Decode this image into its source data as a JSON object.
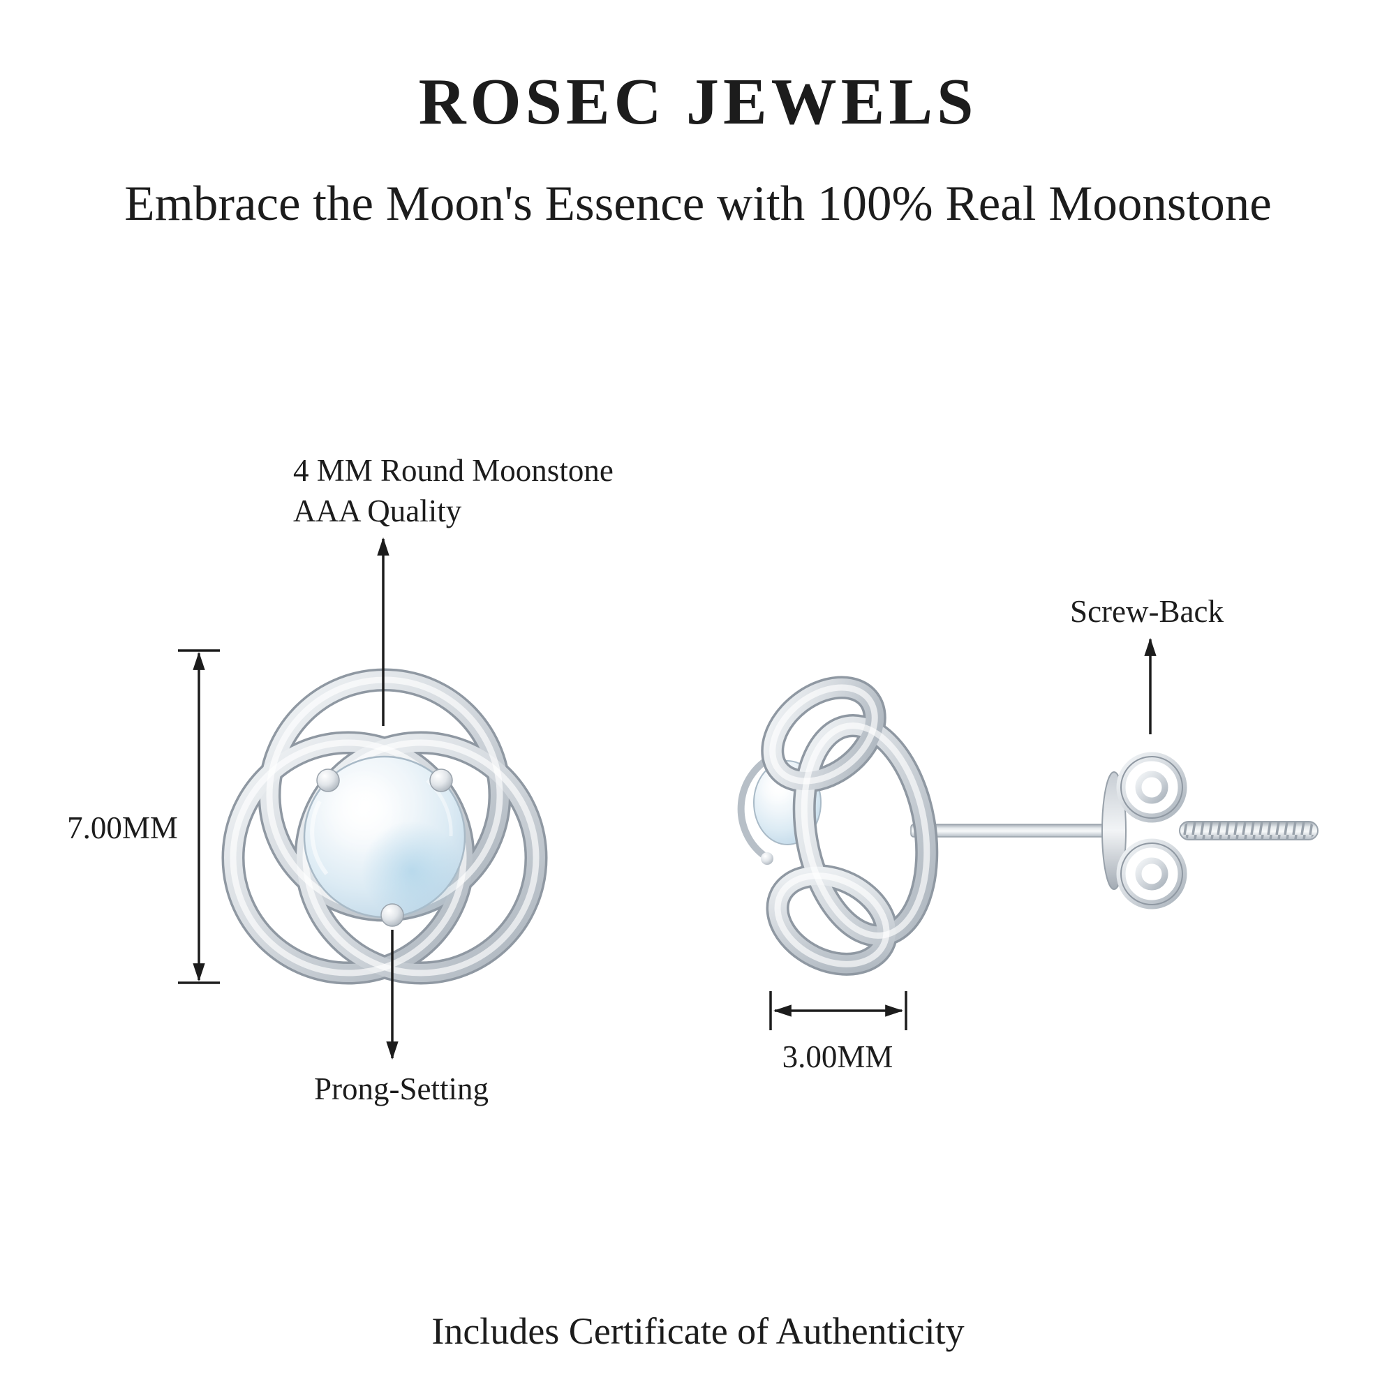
{
  "header": {
    "brand": "ROSEC JEWELS",
    "tagline": "Embrace the Moon's Essence with 100% Real Moonstone"
  },
  "front_view": {
    "stone_note_line1": "4 MM Round Moonstone",
    "stone_note_line2": "AAA Quality",
    "height_label": "7.00MM",
    "prong_label": "Prong-Setting"
  },
  "side_view": {
    "screwback_label": "Screw-Back",
    "width_label": "3.00MM"
  },
  "footer": {
    "certificate_note": "Includes Certificate of Authenticity"
  },
  "colors": {
    "background": "#ffffff",
    "text": "#1c1c1c",
    "metal_light": "#f2f5f7",
    "metal_mid": "#c9cfd6",
    "metal_dark": "#8f98a2",
    "stone_light": "#ffffff",
    "stone_mid": "#dcebf4",
    "stone_deep": "#b8d2e4"
  }
}
